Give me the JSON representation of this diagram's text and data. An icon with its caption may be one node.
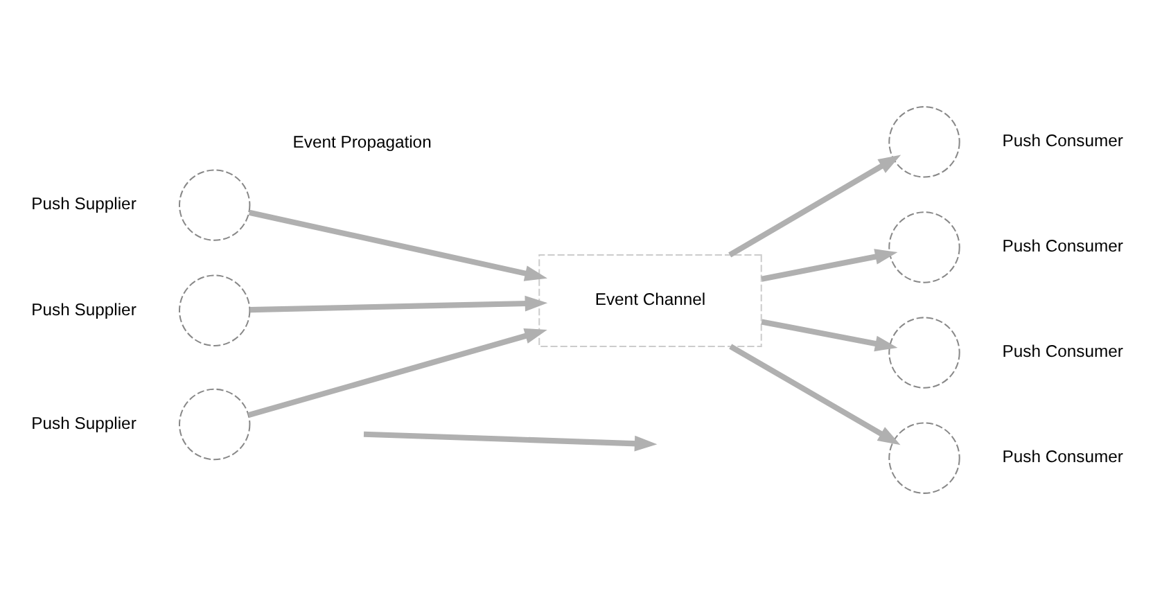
{
  "diagram": {
    "nodes": [
      {
        "text": [],
        "shape": "circle",
        "beside": [
          "Push Supplier"
        ]
      },
      {
        "text": [],
        "shape": "circle",
        "beside": [
          "Push Supplier"
        ]
      },
      {
        "text": [],
        "shape": "circle",
        "beside": [
          "Push Supplier"
        ]
      },
      {
        "text": [
          "Event Channel"
        ]
      },
      {
        "text": [],
        "shape": "circle",
        "beside": [
          "Push Consumer"
        ]
      },
      {
        "text": [],
        "shape": "circle",
        "beside": [
          "Push Consumer"
        ]
      },
      {
        "text": [],
        "shape": "circle",
        "beside": [
          "Push Consumer"
        ]
      },
      {
        "text": [],
        "shape": "circle",
        "beside": [
          "Push Consumer"
        ]
      }
    ],
    "edges": [
      {
        "from": 0,
        "to": 3,
        "arrow": "to"
      },
      {
        "from": 1,
        "to": 3,
        "arrow": "to"
      },
      {
        "from": 2,
        "to": 3,
        "arrow": "to"
      },
      {
        "from": 3,
        "to": 4,
        "arrow": "to"
      },
      {
        "from": 3,
        "to": 5,
        "arrow": "to"
      },
      {
        "from": 3,
        "to": 6,
        "arrow": "to"
      },
      {
        "from": 3,
        "to": 7,
        "arrow": "to"
      }
    ],
    "legend": [
      {
        "text": "Event Propagation"
      }
    ]
  }
}
